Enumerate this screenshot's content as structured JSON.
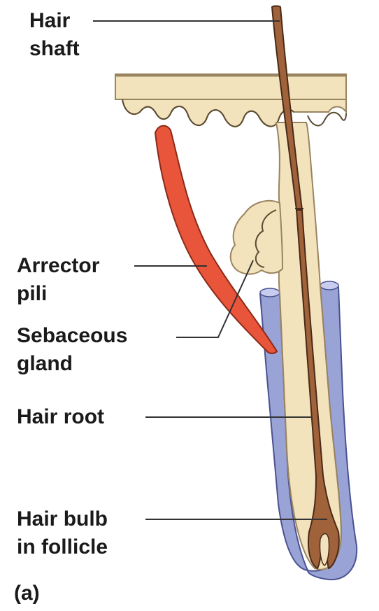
{
  "labels": {
    "hair_shaft": {
      "line1": "Hair",
      "line2": "shaft"
    },
    "arrector_pili": {
      "line1": "Arrector",
      "line2": "pili"
    },
    "sebaceous_gland": {
      "line1": "Sebaceous",
      "line2": "gland"
    },
    "hair_root": {
      "line1": "Hair root"
    },
    "hair_bulb": {
      "line1": "Hair bulb",
      "line2": "in follicle"
    }
  },
  "panel_letter": "(a)",
  "colors": {
    "skin": "#f3e3bd",
    "skin_outline": "#9a8460",
    "hair": "#a0623a",
    "hair_outline": "#4a2a18",
    "muscle": "#e8553a",
    "muscle_outline": "#8a2a18",
    "follicle": "#9aa3d6",
    "follicle_outline": "#4a5290",
    "leader_line": "#333333"
  }
}
